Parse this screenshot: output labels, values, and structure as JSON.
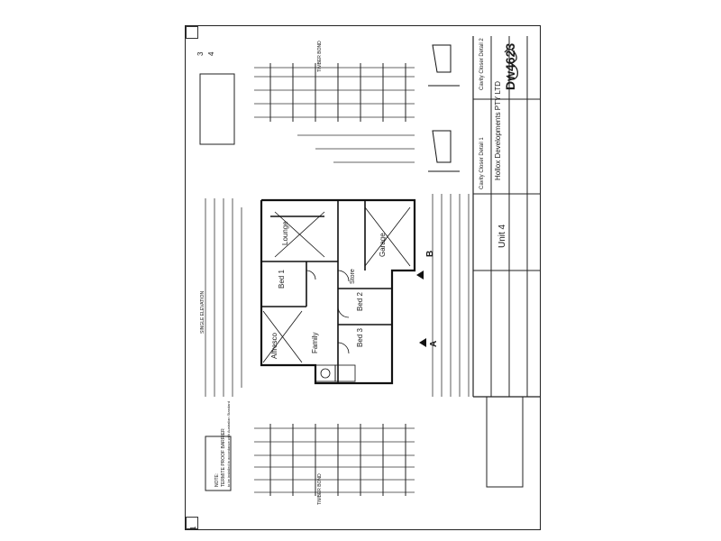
{
  "drawing": {
    "number": "Dw4623",
    "unit": "Unit 4",
    "client": "Hollox Developments PTY LTD",
    "sheet_top": "1",
    "sheet_side_a": "3",
    "sheet_side_b": "4",
    "detail_1": "Cavity Closer Detail 1",
    "detail_2": "Cavity Closer Detail 2"
  },
  "rooms": {
    "lounge": "Lounge",
    "bed1": "Bed 1",
    "bed2": "Bed 2",
    "bed3": "Bed 3",
    "store": "Store",
    "garage": "Garage",
    "alfresco": "Alfresco",
    "family": "Family"
  },
  "markers": {
    "section_a": "A",
    "section_b": "B"
  },
  "notes": {
    "termite_title": "NOTE:",
    "termite_line1": "TERMITE PROOF BARRIER",
    "termite_line2": "to be installed in accordance with Australian Standard"
  },
  "dimension_strings": {
    "top": "TIMBER BOND",
    "bottom": "TIMBER BOND",
    "left": "SINGLE ELEVATION"
  },
  "colors": {
    "ink": "#1a1a1a",
    "paper": "#ffffff"
  }
}
